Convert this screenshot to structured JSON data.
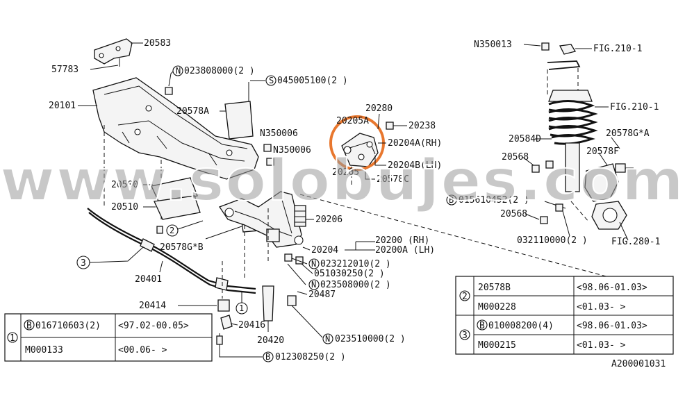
{
  "watermark": "www.solobujes.com",
  "diagram_id": "A200001031",
  "labels": {
    "p20583": "20583",
    "p57783": "57783",
    "p20101": "20101",
    "n023808000": "023808000(2 )",
    "s045005100": "045005100(2 )",
    "p20578A": "20578A",
    "n350006a": "N350006",
    "n350006b": "N350006",
    "p20500": "20500",
    "p20510": "20510",
    "p20578GB": "20578G*B",
    "p20401": "20401",
    "p20414": "20414",
    "p20416": "20416",
    "p20420": "20420",
    "b012308250": "012308250(2 )",
    "n023510000": "023510000(2 )",
    "p20487": "20487",
    "n023508000": "023508000(2 )",
    "p051030250": "051030250(2 )",
    "n023212010": "023212010(2 )",
    "p20204": "20204",
    "p20200": "20200  (RH)",
    "p20200A": "20200A (LH)",
    "p20206": "20206",
    "p20205": "20205",
    "p20205A": "20205A",
    "p20280": "20280",
    "p20238": "20238",
    "p20204A": "20204A(RH)",
    "p20204B": "20204B(LH)",
    "p20578C": "20578C",
    "n350013": "N350013",
    "fig210a": "FIG.210-1",
    "fig210b": "FIG.210-1",
    "p20584D": "20584D",
    "p20568a": "20568",
    "p20568b": "20568",
    "p20578GA": "20578G*A",
    "p20578F": "20578F",
    "b015610452": "015610452(2 )",
    "p032110000": "032110000(2 )",
    "fig280": "FIG.280-1"
  },
  "left_table": {
    "ref": "1",
    "rows": [
      {
        "part": "016710603(2)",
        "prefix": "B",
        "range": "<97.02-00.05>"
      },
      {
        "part": "M000133",
        "prefix": "",
        "range": "<00.06-      >"
      }
    ]
  },
  "right_table": {
    "groups": [
      {
        "ref": "2",
        "rows": [
          {
            "part": "20578B",
            "prefix": "",
            "range": "<98.06-01.03>"
          },
          {
            "part": "M000228",
            "prefix": "",
            "range": "<01.03-      >"
          }
        ]
      },
      {
        "ref": "3",
        "rows": [
          {
            "part": "010008200(4)",
            "prefix": "B",
            "range": "<98.06-01.03>"
          },
          {
            "part": "M000215",
            "prefix": "",
            "range": "<01.03-      >"
          }
        ]
      }
    ]
  },
  "callouts": [
    "1",
    "2",
    "3"
  ],
  "highlight_color": "#e8772e"
}
